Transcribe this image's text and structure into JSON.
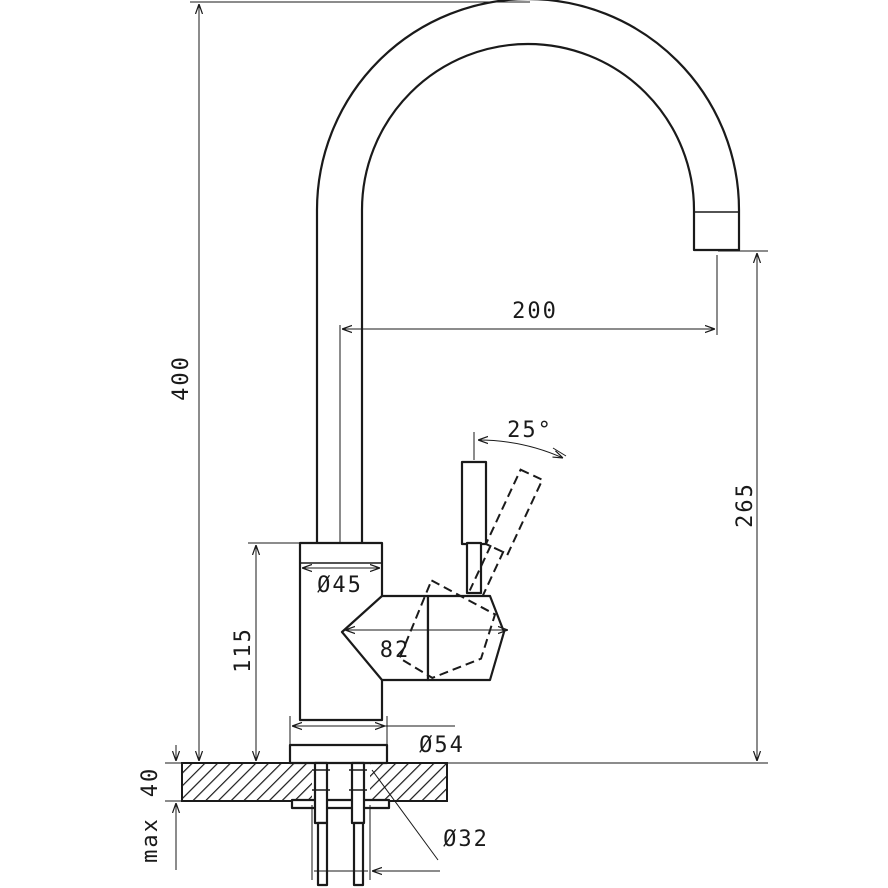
{
  "colors": {
    "line": "#1a1a1a",
    "background": "#ffffff"
  },
  "dimensions": {
    "height_total": "400",
    "spout_reach": "200",
    "lever_angle": "25°",
    "spout_height": "265",
    "body_diameter": "Ø45",
    "lever_depth": "82",
    "body_height": "115",
    "base_diameter": "Ø54",
    "worktop_thickness": "40",
    "worktop_max": "max",
    "hole_diameter": "Ø32"
  }
}
